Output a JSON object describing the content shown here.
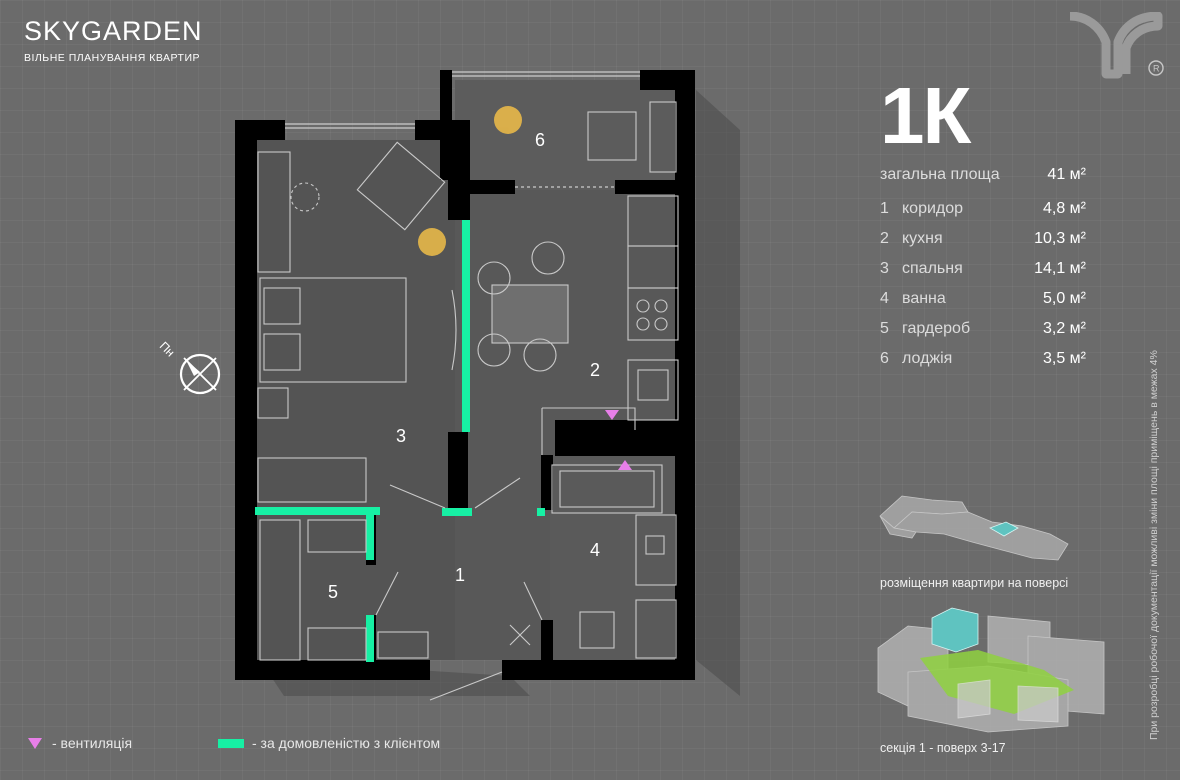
{
  "brand": {
    "name": "SKYGARDEN",
    "subtitle": "ВІЛЬНЕ ПЛАНУВАННЯ КВАРТИР"
  },
  "apartment": {
    "type": "1К",
    "total_label": "загальна площа",
    "total_value": "41 м²",
    "rooms": [
      {
        "num": "1",
        "name": "коридор",
        "area": "4,8 м²"
      },
      {
        "num": "2",
        "name": "кухня",
        "area": "10,3 м²"
      },
      {
        "num": "3",
        "name": "спальня",
        "area": "14,1 м²"
      },
      {
        "num": "4",
        "name": "ванна",
        "area": "5,0 м²"
      },
      {
        "num": "5",
        "name": "гардероб",
        "area": "3,2 м²"
      },
      {
        "num": "6",
        "name": "лоджія",
        "area": "3,5 м²"
      }
    ]
  },
  "plan": {
    "room_numbers": [
      "1",
      "2",
      "3",
      "4",
      "5",
      "6"
    ],
    "compass_label": "Пн"
  },
  "legend": {
    "ventilation": "- вентиляція",
    "by_agreement": "- за домовленістю з клієнтом"
  },
  "location": {
    "floor_caption": "розміщення квартири на поверсі",
    "section_caption": "секція 1 - поверх 3-17"
  },
  "note": "При розробці робочої документації можливі зміни площі приміщень в межах 4%",
  "colors": {
    "background": "#6b6b6b",
    "wall": "#000000",
    "accent": "#17f0a4",
    "ventilation": "#e77fe8",
    "highlight": "#5fc3c0",
    "green": "#8fd13f"
  }
}
